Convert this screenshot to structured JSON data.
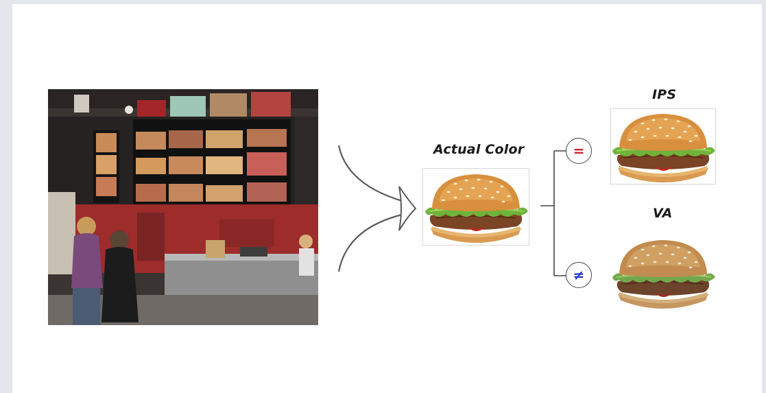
{
  "actual": {
    "label": "Actual Color"
  },
  "ips": {
    "label": "IPS",
    "relation": "=",
    "relation_color": "#d0202a"
  },
  "va": {
    "label": "VA",
    "relation": "≠",
    "relation_color": "#2233c8"
  },
  "icons": [
    "restaurant-photo",
    "burger-image",
    "equals-icon",
    "not-equal-icon",
    "curved-arrow-icon"
  ]
}
